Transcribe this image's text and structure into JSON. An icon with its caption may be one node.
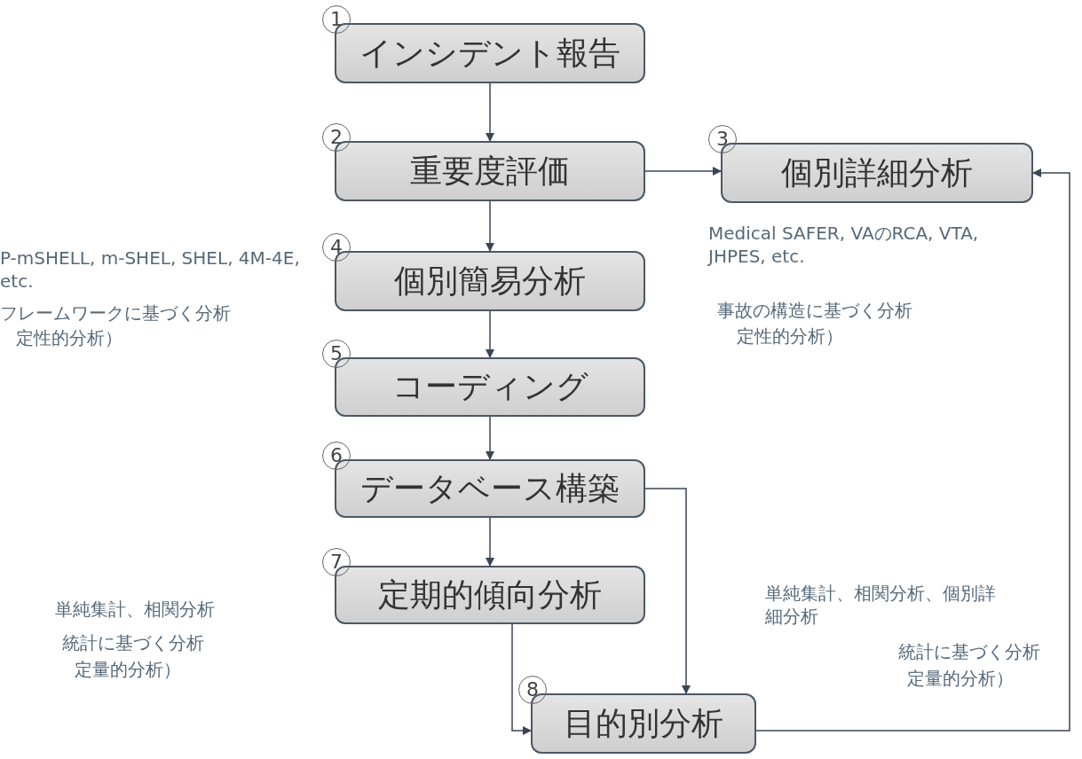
{
  "diagram": {
    "nodes": [
      {
        "text": [
          "インシデント報告"
        ],
        "beside": [
          "1"
        ]
      },
      {
        "text": [
          "重要度評価"
        ],
        "beside": [
          "2"
        ]
      },
      {
        "text": [
          "個別詳細分析"
        ],
        "beside": [
          "3"
        ]
      },
      {
        "text": [
          "個別簡易分析"
        ],
        "beside": [
          "4"
        ]
      },
      {
        "text": [
          "コーディング"
        ],
        "beside": [
          "5"
        ]
      },
      {
        "text": [
          "データベース構築"
        ],
        "beside": [
          "6"
        ]
      },
      {
        "text": [
          "定期的傾向分析"
        ],
        "beside": [
          "7"
        ]
      },
      {
        "text": [
          "目的別分析"
        ],
        "beside": [
          "8"
        ]
      }
    ],
    "edges": [
      {
        "from": 0,
        "to": 1,
        "arrow": "to"
      },
      {
        "from": 1,
        "to": 2,
        "arrow": "to"
      },
      {
        "from": 1,
        "to": 3,
        "arrow": "to"
      },
      {
        "from": 3,
        "to": 4,
        "arrow": "to"
      },
      {
        "from": 4,
        "to": 5,
        "arrow": "to"
      },
      {
        "from": 5,
        "to": 6,
        "arrow": "to"
      },
      {
        "from": 5,
        "to": 7,
        "arrow": "to"
      },
      {
        "from": 6,
        "to": 7,
        "arrow": "to"
      },
      {
        "from": 7,
        "to": 2,
        "arrow": "to"
      }
    ],
    "labels": [
      "P-mSHELL, m-SHEL, SHEL, 4M-4E, etc.",
      "フレームワークに基づく分析",
      "定性的分析）",
      "Medical SAFER, VAのRCA, VTA, JHPES, etc.",
      "事故の構造に基づく分析",
      "定性的分析）",
      "単純集計、相関分析",
      "統計に基づく分析",
      "定量的分析）",
      "単純集計、相関分析、個別詳細分析",
      "統計に基づく分析",
      "定量的分析）"
    ]
  }
}
